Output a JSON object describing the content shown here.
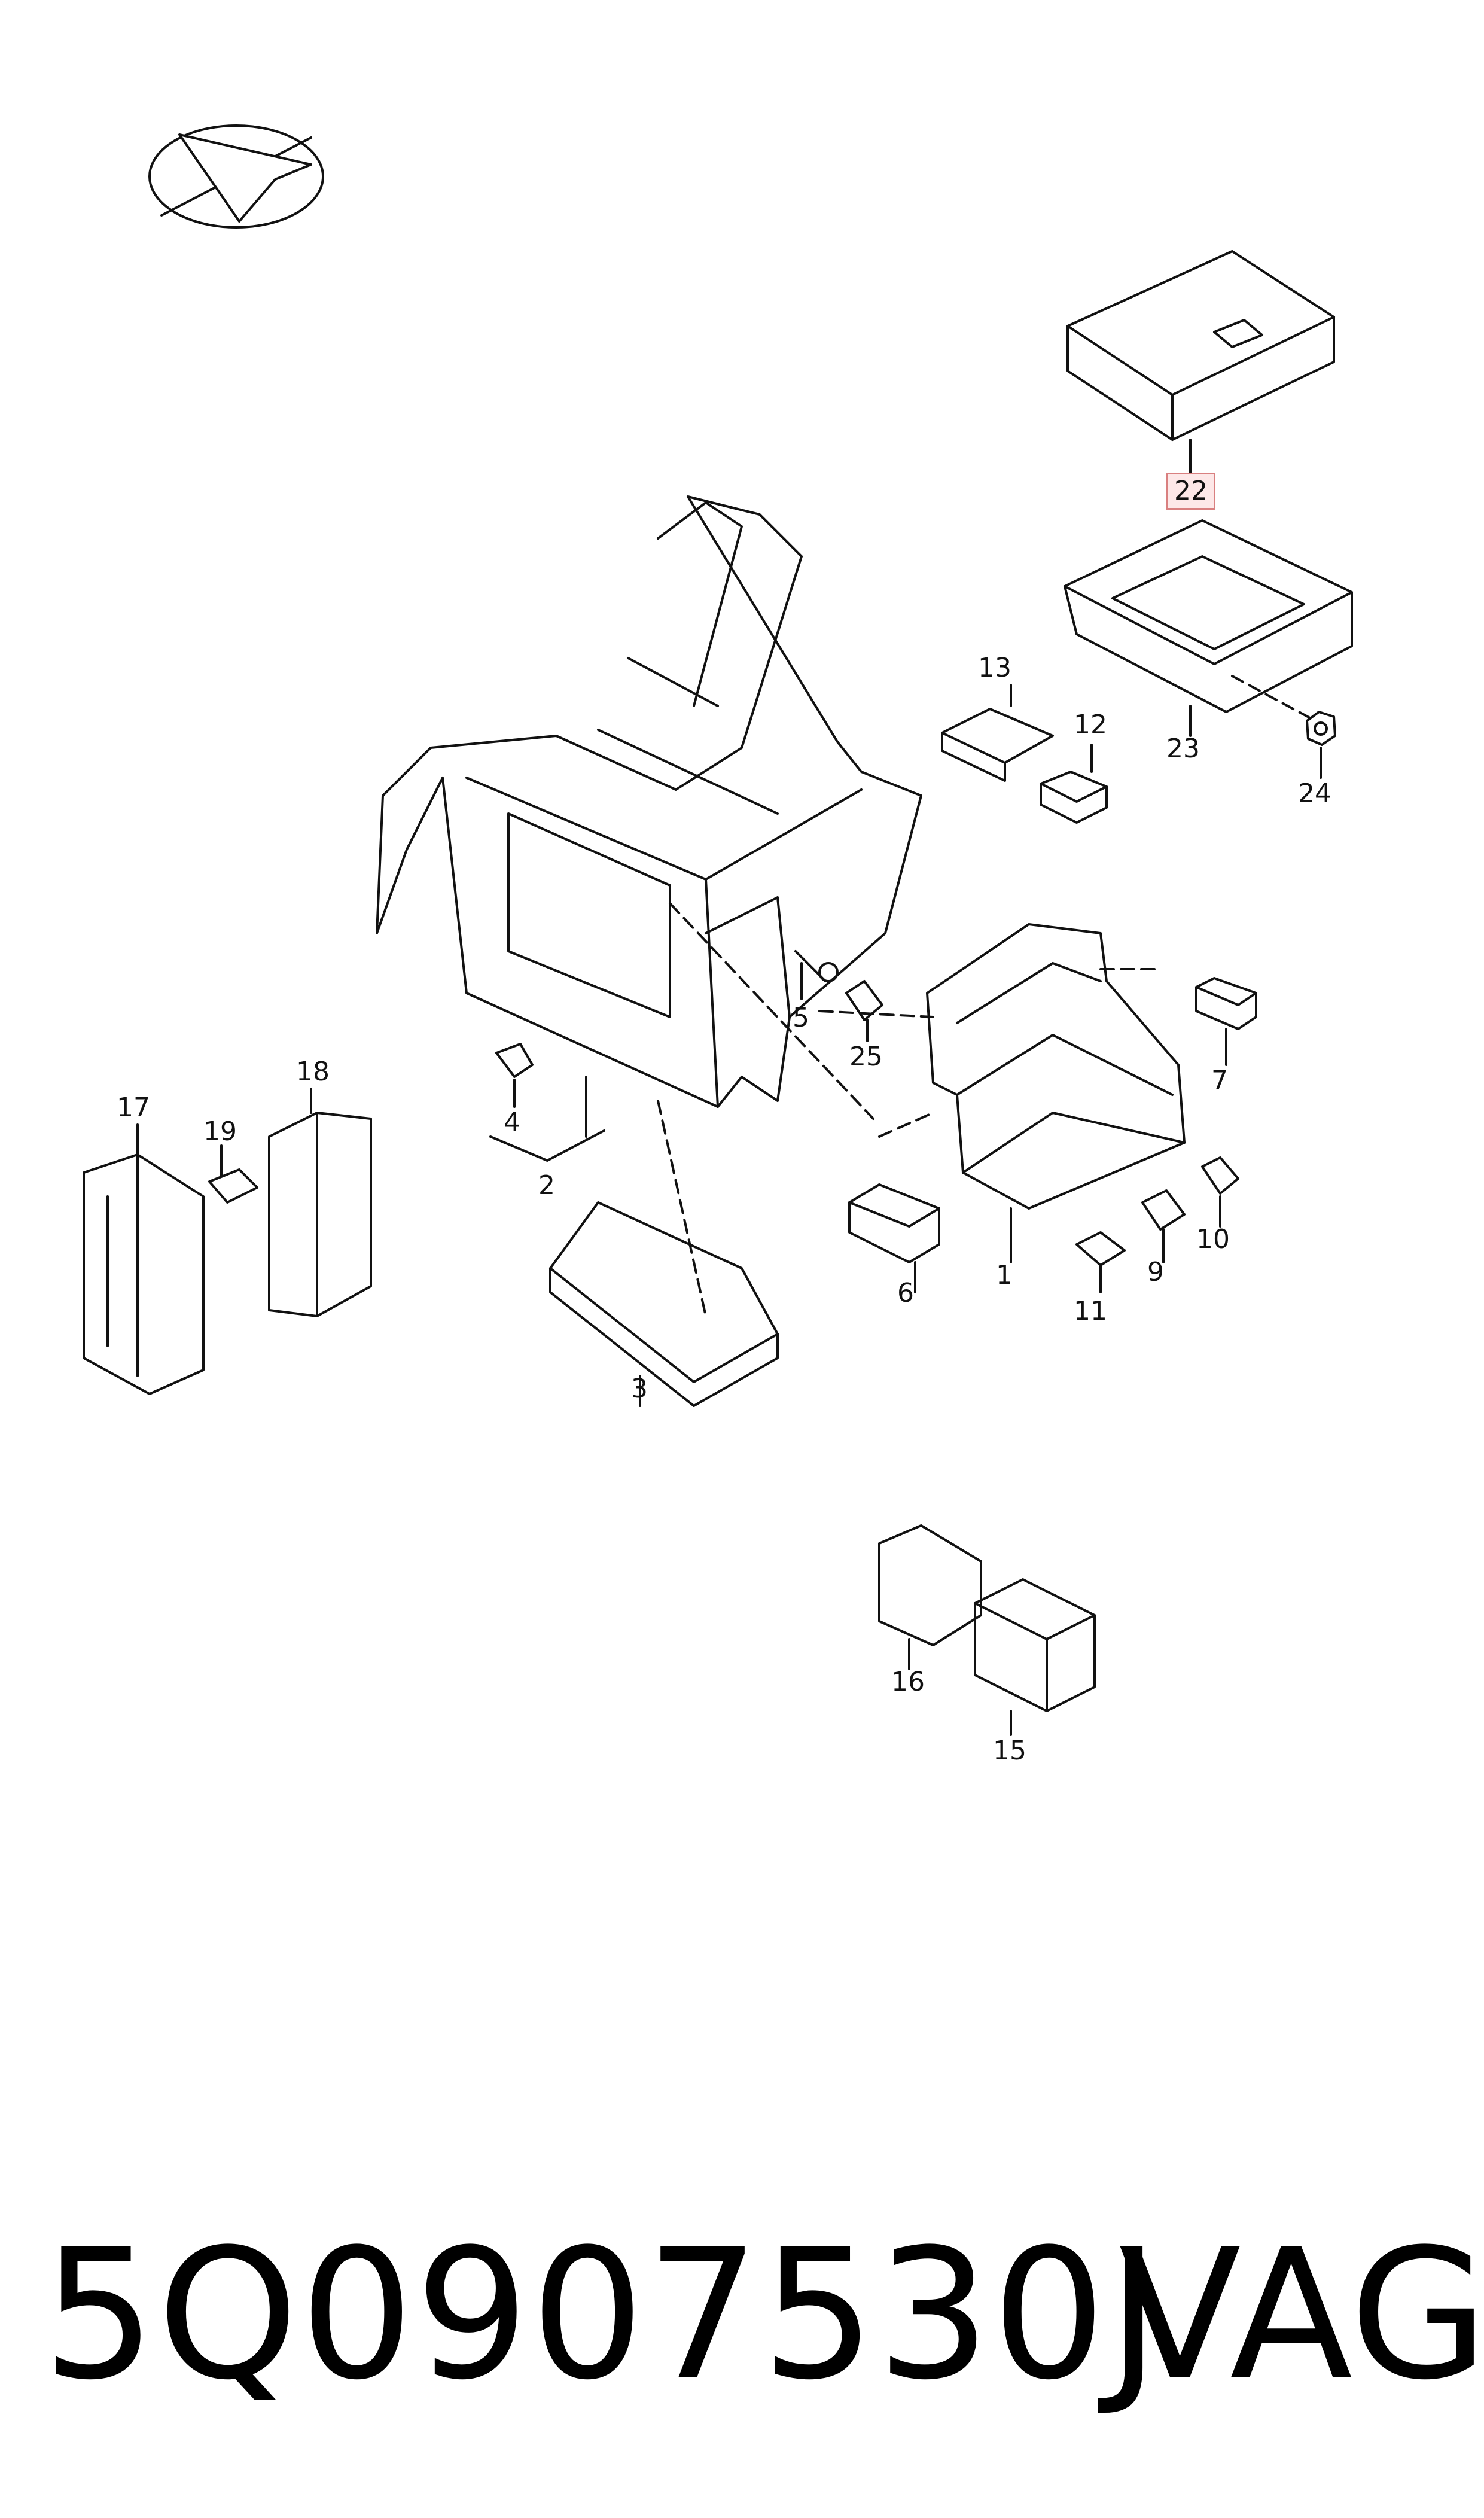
{
  "callouts": [
    {
      "id": "c1",
      "text": "1"
    },
    {
      "id": "c2",
      "text": "2"
    },
    {
      "id": "c3",
      "text": "3"
    },
    {
      "id": "c4",
      "text": "4"
    },
    {
      "id": "c5",
      "text": "5"
    },
    {
      "id": "c6",
      "text": "6"
    },
    {
      "id": "c7",
      "text": "7"
    },
    {
      "id": "c9",
      "text": "9"
    },
    {
      "id": "c10",
      "text": "10"
    },
    {
      "id": "c11",
      "text": "11"
    },
    {
      "id": "c12",
      "text": "12"
    },
    {
      "id": "c13",
      "text": "13"
    },
    {
      "id": "c15",
      "text": "15"
    },
    {
      "id": "c16",
      "text": "16"
    },
    {
      "id": "c17",
      "text": "17"
    },
    {
      "id": "c18",
      "text": "18"
    },
    {
      "id": "c19",
      "text": "19"
    },
    {
      "id": "c22",
      "text": "22"
    },
    {
      "id": "c23",
      "text": "23"
    },
    {
      "id": "c24",
      "text": "24"
    },
    {
      "id": "c25",
      "text": "25"
    }
  ],
  "highlighted_callout": "22",
  "footer": {
    "part_number": "5Q0907530J",
    "brand": "VAG"
  },
  "icons": [
    "orientation-arrow-icon"
  ],
  "colors": {
    "line": "#000000",
    "highlight_border": "#d98080",
    "highlight_fill": "#fde8e8"
  }
}
